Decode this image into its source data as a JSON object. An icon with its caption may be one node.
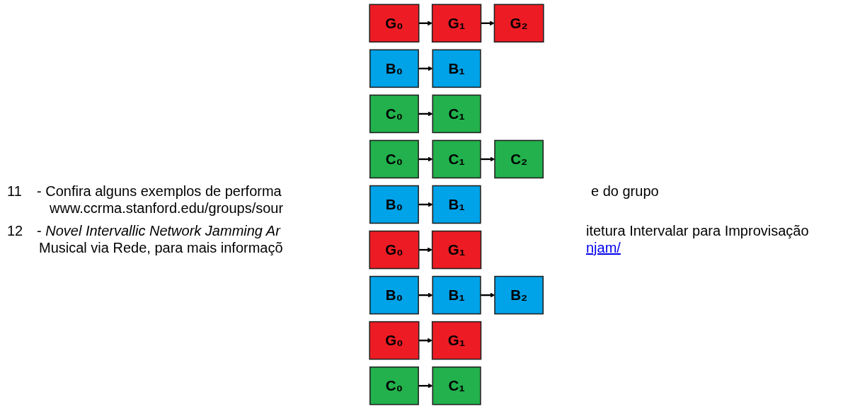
{
  "diagram": {
    "nodes": [
      {
        "text": [
          "G₀"
        ]
      },
      {
        "text": [
          "G₁"
        ]
      },
      {
        "text": [
          "G₂"
        ]
      },
      {
        "text": [
          "B₀"
        ]
      },
      {
        "text": [
          "B₁"
        ]
      },
      {
        "text": [
          "C₀"
        ]
      },
      {
        "text": [
          "C₁"
        ]
      },
      {
        "text": [
          "C₀"
        ]
      },
      {
        "text": [
          "C₁"
        ]
      },
      {
        "text": [
          "C₂"
        ]
      },
      {
        "text": [
          "B₀"
        ]
      },
      {
        "text": [
          "B₁"
        ]
      },
      {
        "text": [
          "G₀"
        ]
      },
      {
        "text": [
          "G₁"
        ]
      },
      {
        "text": [
          "B₀"
        ]
      },
      {
        "text": [
          "B₁"
        ]
      },
      {
        "text": [
          "B₂"
        ]
      },
      {
        "text": [
          "G₀"
        ]
      },
      {
        "text": [
          "G₁"
        ]
      },
      {
        "text": [
          "C₀"
        ]
      },
      {
        "text": [
          "C₁"
        ]
      }
    ],
    "edges": [
      {
        "from": 0,
        "to": 1,
        "arrow": "to"
      },
      {
        "from": 1,
        "to": 2,
        "arrow": "to"
      },
      {
        "from": 3,
        "to": 4,
        "arrow": "to"
      },
      {
        "from": 5,
        "to": 6,
        "arrow": "to"
      },
      {
        "from": 7,
        "to": 8,
        "arrow": "to"
      },
      {
        "from": 8,
        "to": 9,
        "arrow": "to"
      },
      {
        "from": 10,
        "to": 11,
        "arrow": "to"
      },
      {
        "from": 12,
        "to": 13,
        "arrow": "to"
      },
      {
        "from": 14,
        "to": 15,
        "arrow": "to"
      },
      {
        "from": 15,
        "to": 16,
        "arrow": "to"
      },
      {
        "from": 17,
        "to": 18,
        "arrow": "to"
      },
      {
        "from": 19,
        "to": 20,
        "arrow": "to"
      }
    ],
    "labels": [
      "11",
      "- Confira alguns exemplos de performa",
      "e do grupo",
      "www.ccrma.stanford.edu/groups/sour",
      "12",
      "- *Novel Intervallic Network Jamming Ar*",
      "itetura Intervalar para Improvisação",
      "Musical via Rede, para mais informaçõ",
      "njam/"
    ]
  }
}
